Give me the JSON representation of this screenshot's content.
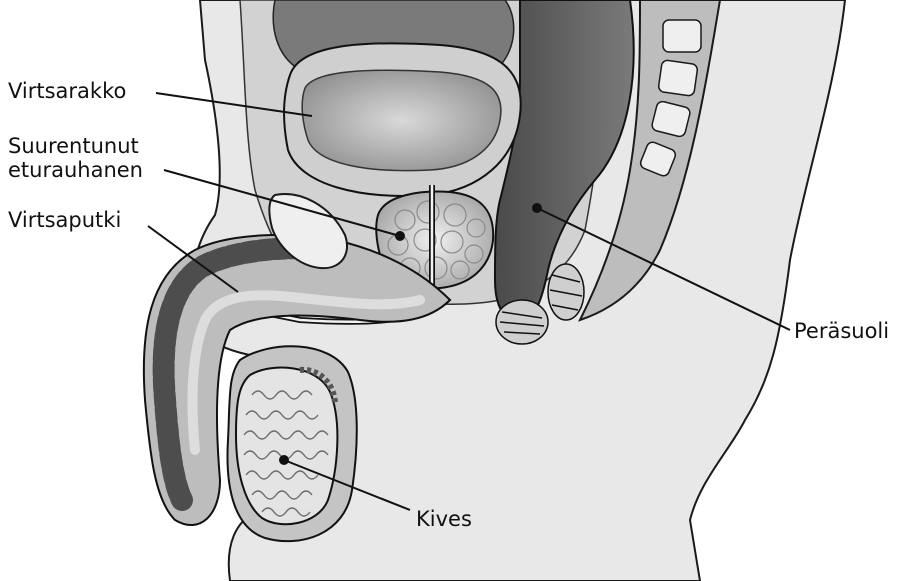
{
  "labels": {
    "virtsarakko": "Virtsarakko",
    "suurentunut": "Suurentunut",
    "eturauhanen": "eturauhanen",
    "virtsaputki": "Virtsaputki",
    "perasuoli": "Peräsuoli",
    "kives": "Kives"
  },
  "colors": {
    "background": "#ffffff",
    "outline": "#1a1a1a",
    "tissue_light": "#e6e6e6",
    "tissue_mid": "#c8c8c8",
    "tissue_dark": "#6e6e6e",
    "bladder_inner": "#bdbdbd"
  }
}
